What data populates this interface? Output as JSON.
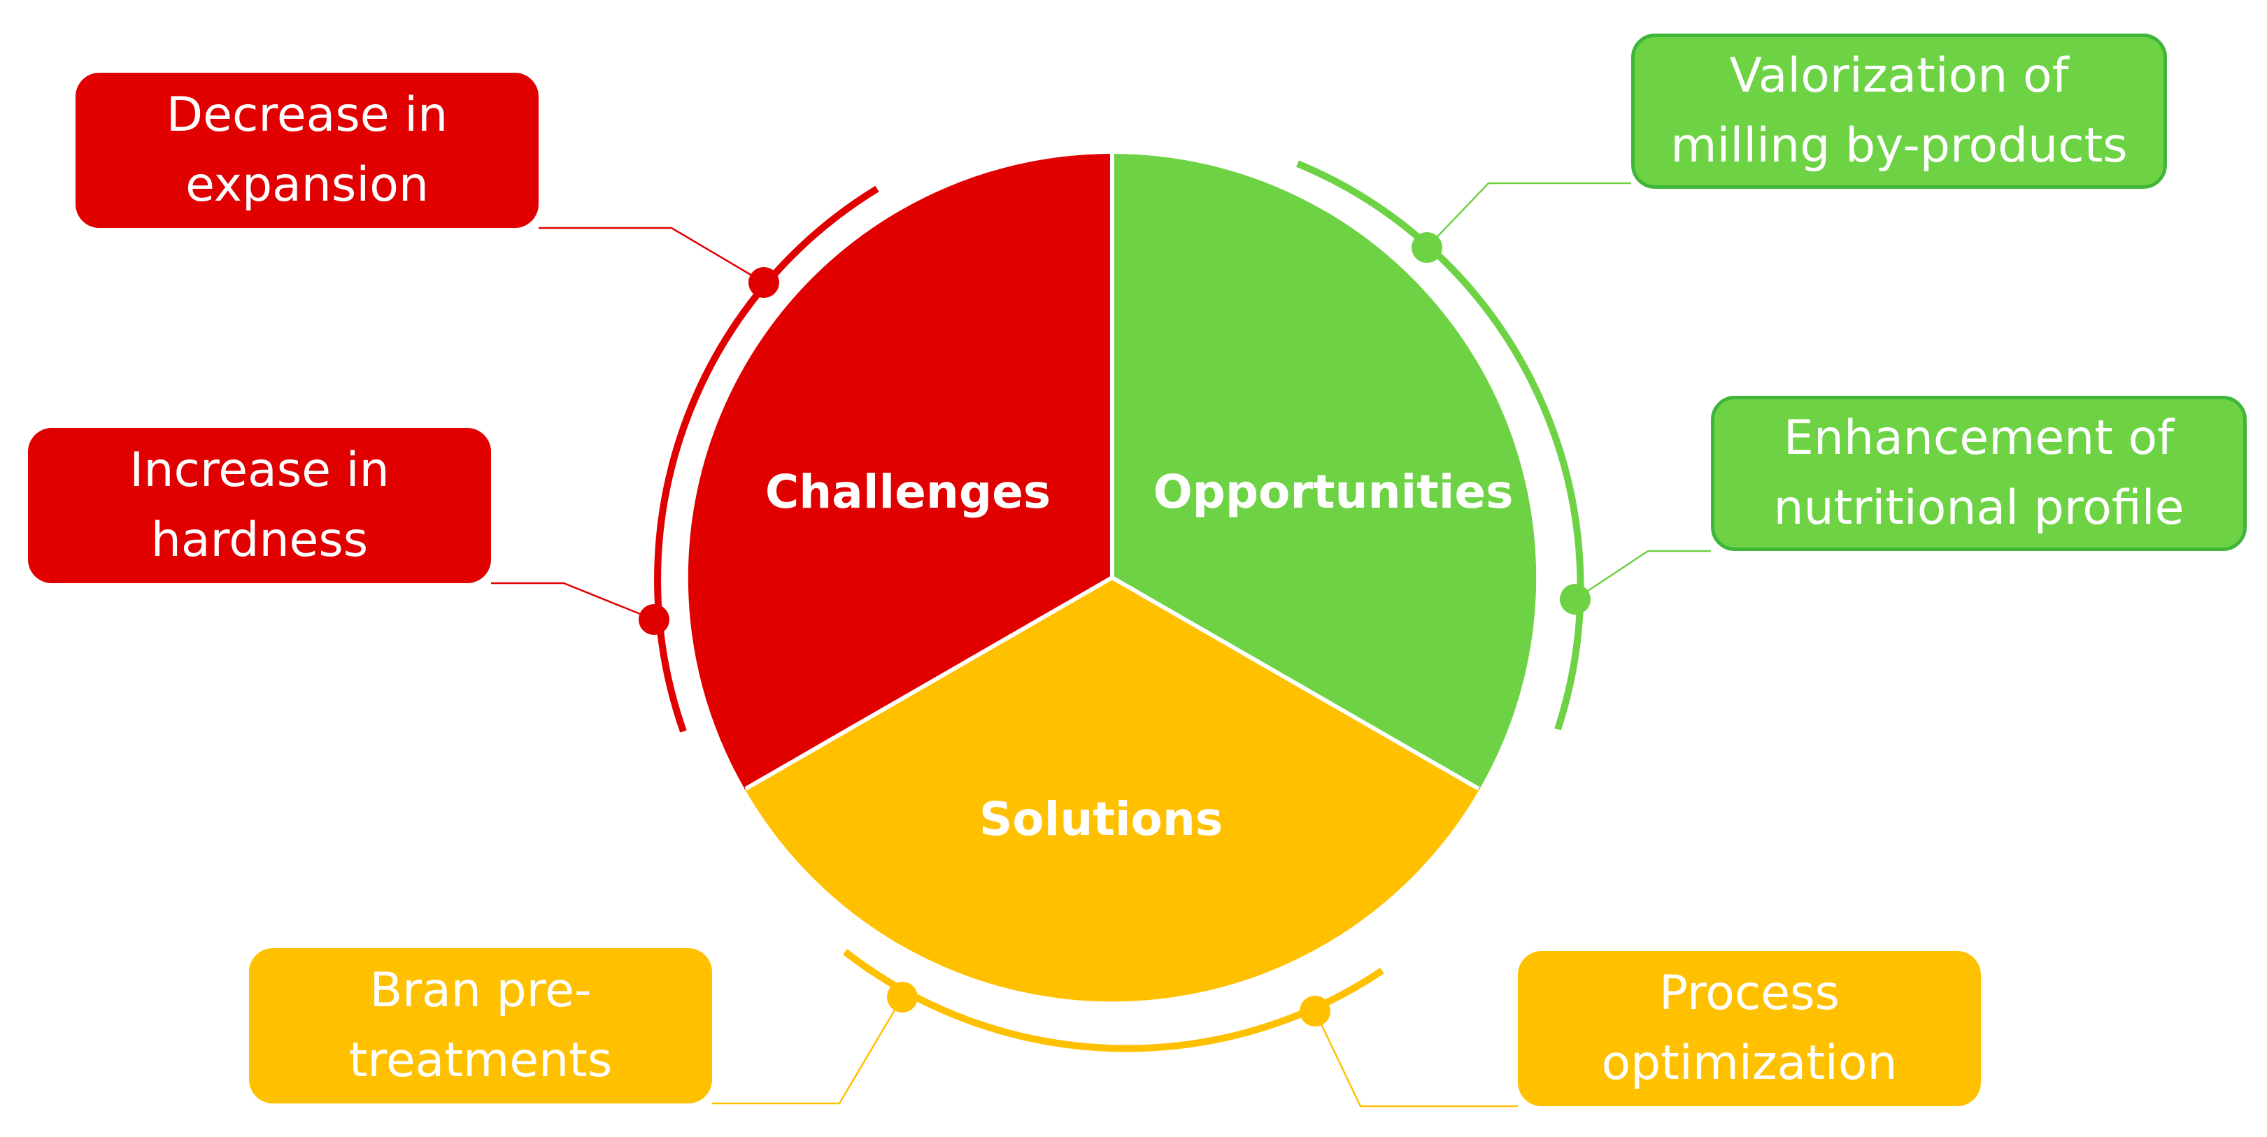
{
  "segments": {
    "challenges": {
      "label": "Challenges",
      "color": "#e00000"
    },
    "opportunities": {
      "label": "Opportunities",
      "color": "#6dd244"
    },
    "solutions": {
      "label": "Solutions",
      "color": "#ffc000"
    }
  },
  "boxes": {
    "decrease": {
      "line1": "Decrease in",
      "line2": "expansion"
    },
    "increase": {
      "line1": "Increase in",
      "line2": "hardness"
    },
    "valorization": {
      "line1": "Valorization of",
      "line2": "milling by-products"
    },
    "enhancement": {
      "line1": "Enhancement of",
      "line2": "nutritional profile"
    },
    "bran": {
      "line1": "Bran pre-",
      "line2": "treatments"
    },
    "process": {
      "line1": "Process",
      "line2": "optimization"
    }
  },
  "colors": {
    "red": "#e00000",
    "green": "#6dd244",
    "green_dark": "#3fb53a",
    "yellow": "#ffc000"
  }
}
